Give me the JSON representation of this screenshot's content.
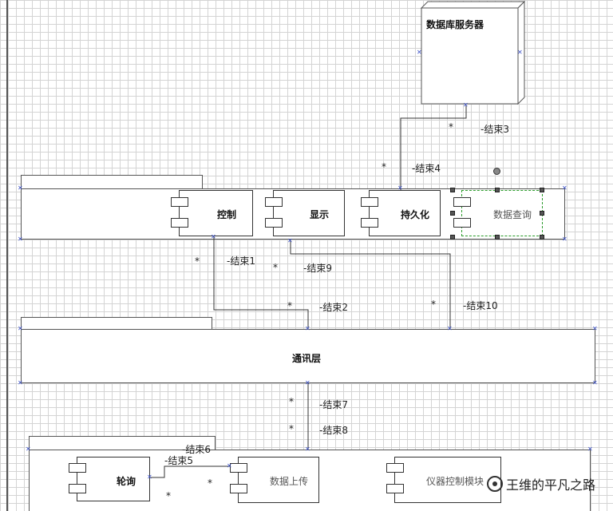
{
  "nodes": {
    "db_server": "数据库服务器",
    "comm_layer": "通讯层"
  },
  "components": {
    "control": "控制",
    "display": "显示",
    "persist": "持久化",
    "query": "数据查询",
    "poll": "轮询",
    "upload": "数据上传",
    "instrument": "仪器控制模块"
  },
  "connectors": {
    "c1": "-结束1",
    "c2": "-结束2",
    "c3": "-结束3",
    "c4": "-结束4",
    "c5": "-结束5",
    "c6": "-结束6",
    "c7": "-结束7",
    "c8": "-结束8",
    "c9": "-结束9",
    "c10": "-结束10"
  },
  "multiplicity": "*",
  "watermark": "王维的平凡之路"
}
